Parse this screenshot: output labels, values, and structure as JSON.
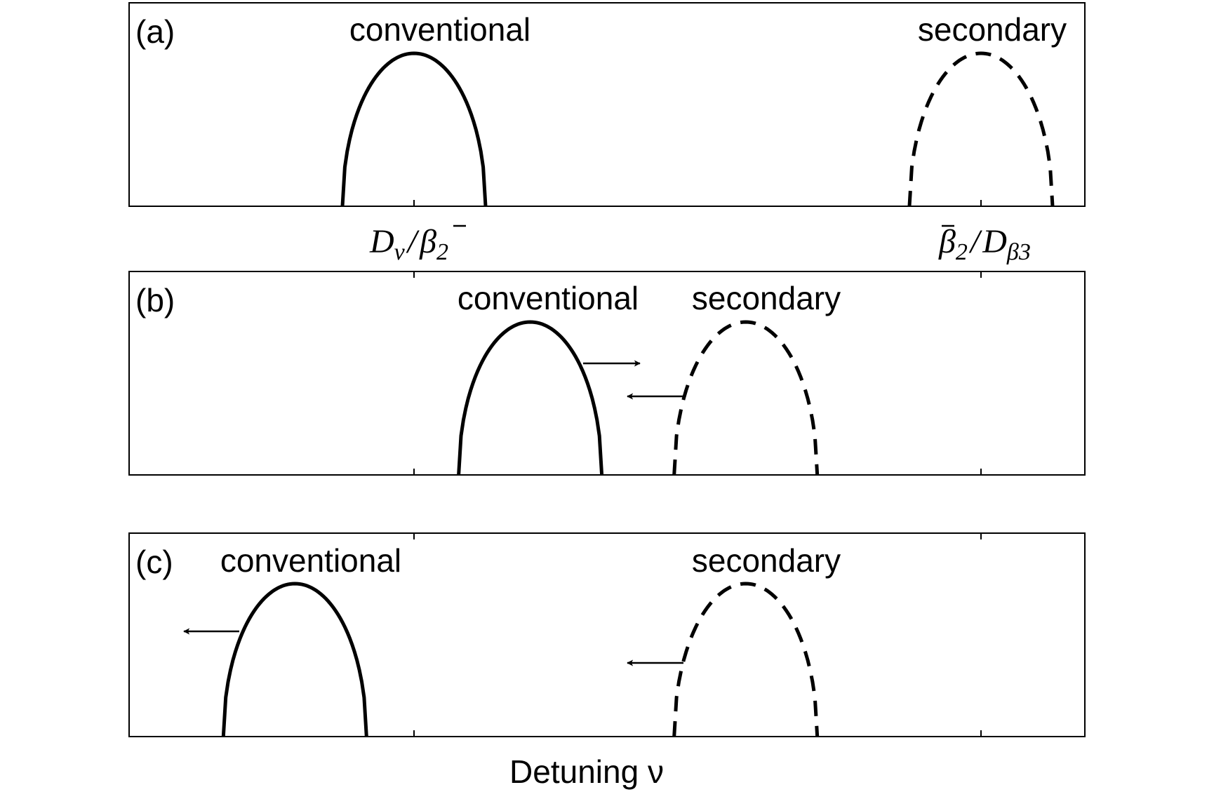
{
  "figure": {
    "xlabel": "Detuning ν",
    "tick_labels": {
      "left": {
        "main": "D",
        "sub1": "v",
        "slash": "/",
        "beta": "β",
        "sub2": "2"
      },
      "right": {
        "beta": "β",
        "sub1": "2",
        "slash": "/",
        "main": "D",
        "sub2": "β3"
      }
    },
    "panels": [
      {
        "id": "a",
        "tag": "(a)",
        "conventional": {
          "label": "conventional",
          "center": 0.0,
          "arrow": "none"
        },
        "secondary": {
          "label": "secondary",
          "center": 2.0,
          "arrow": "none"
        }
      },
      {
        "id": "b",
        "tag": "(b)",
        "conventional": {
          "label": "conventional",
          "center": 0.41,
          "arrow": "right"
        },
        "secondary": {
          "label": "secondary",
          "center": 1.17,
          "arrow": "left"
        }
      },
      {
        "id": "c",
        "tag": "(c)",
        "conventional": {
          "label": "conventional",
          "center": -0.42,
          "arrow": "left"
        },
        "secondary": {
          "label": "secondary",
          "center": 1.17,
          "arrow": "left"
        }
      }
    ],
    "colors": {
      "line": "#000000",
      "frame": "#000000"
    }
  }
}
